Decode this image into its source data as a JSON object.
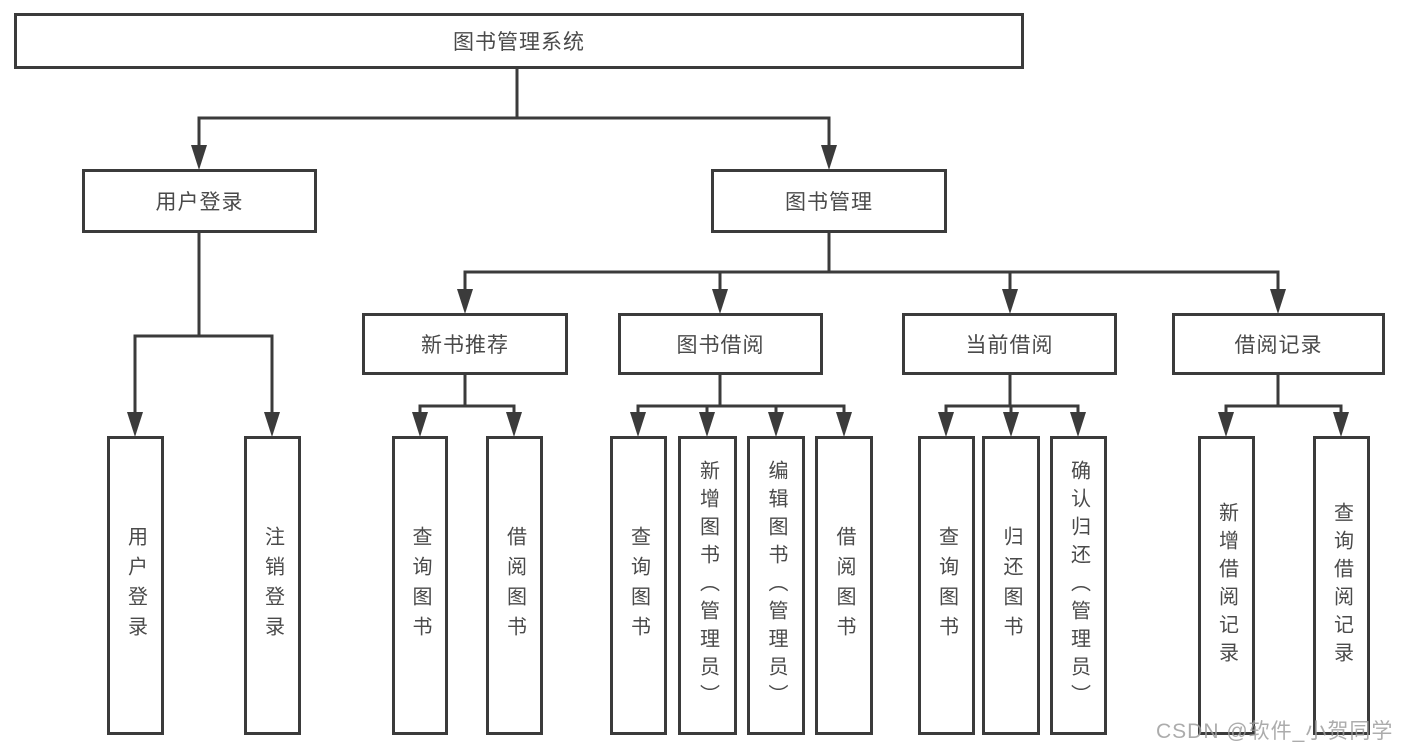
{
  "root": "图书管理系统",
  "level2": [
    "用户登录",
    "图书管理"
  ],
  "level3": [
    "新书推荐",
    "图书借阅",
    "当前借阅",
    "借阅记录"
  ],
  "leaves": {
    "user_login": [
      "用户登录",
      "注销登录"
    ],
    "new_book_recommendation": [
      "查询图书",
      "借阅图书"
    ],
    "book_borrowing": [
      "查询图书",
      "新增图书（管理员）",
      "编辑图书（管理员）",
      "借阅图书"
    ],
    "current_borrowing": [
      "查询图书",
      "归还图书",
      "确认归还（管理员）"
    ],
    "borrowing_records": [
      "新增借阅记录",
      "查询借阅记录"
    ]
  },
  "watermark": "CSDN @软件_小贺同学",
  "colors": {
    "line": "#3b3b3b",
    "text": "#4a4a4a",
    "watermark": "#9e9e9e",
    "background": "#ffffff"
  }
}
